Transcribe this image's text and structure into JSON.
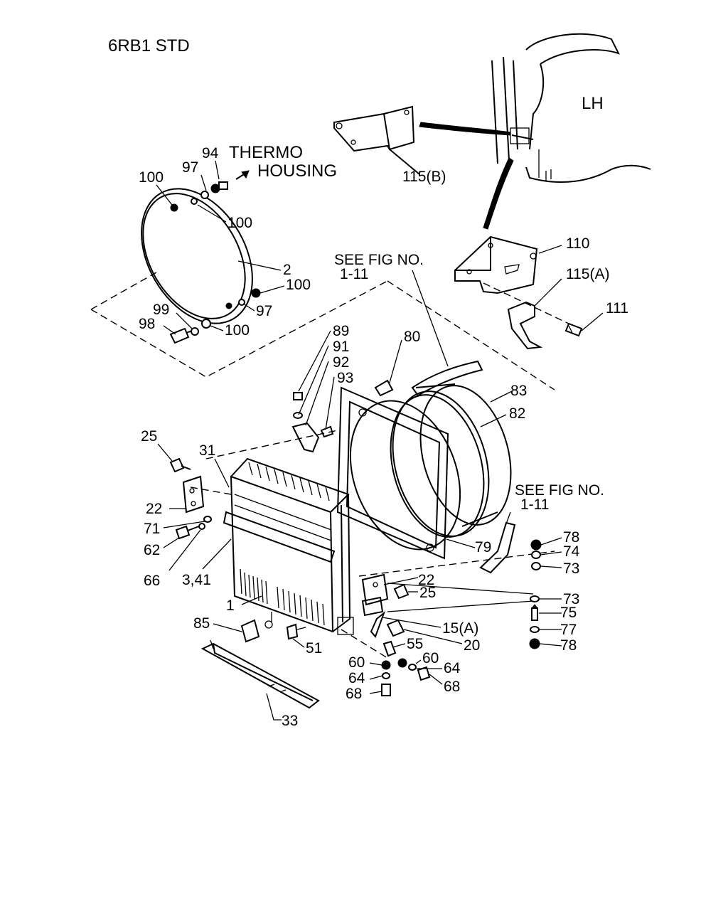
{
  "title": "6RB1 STD",
  "side_label": "LH",
  "arrow_target": {
    "line1": "THERMO",
    "line2": "HOUSING"
  },
  "see_fig": [
    {
      "line1": "SEE FIG NO.",
      "line2": "1-11"
    },
    {
      "line1": "SEE FIG NO.",
      "line2": "1-11"
    }
  ],
  "callouts": {
    "c115b": "115(B)",
    "c110": "110",
    "c115a": "115(A)",
    "c111": "111",
    "c94": "94",
    "c97a": "97",
    "c100a": "100",
    "c100b": "100",
    "c2": "2",
    "c100c": "100",
    "c97b": "97",
    "c99": "99",
    "c98": "98",
    "c100d": "100",
    "c89": "89",
    "c91": "91",
    "c92": "92",
    "c93": "93",
    "c80": "80",
    "c83": "83",
    "c82": "82",
    "c25a": "25",
    "c31": "31",
    "c22a": "22",
    "c71": "71",
    "c62": "62",
    "c66": "66",
    "c341": "3,41",
    "c1": "1",
    "c79": "79",
    "c78a": "78",
    "c74": "74",
    "c73a": "73",
    "c22b": "22",
    "c25b": "25",
    "c73b": "73",
    "c75": "75",
    "c15a": "15(A)",
    "c77": "77",
    "c78b": "78",
    "c85": "85",
    "c51": "51",
    "c20": "20",
    "c55": "55",
    "c60a": "60",
    "c60b": "60",
    "c64a": "64",
    "c64b": "64",
    "c68a": "68",
    "c68b": "68",
    "c33": "33"
  }
}
